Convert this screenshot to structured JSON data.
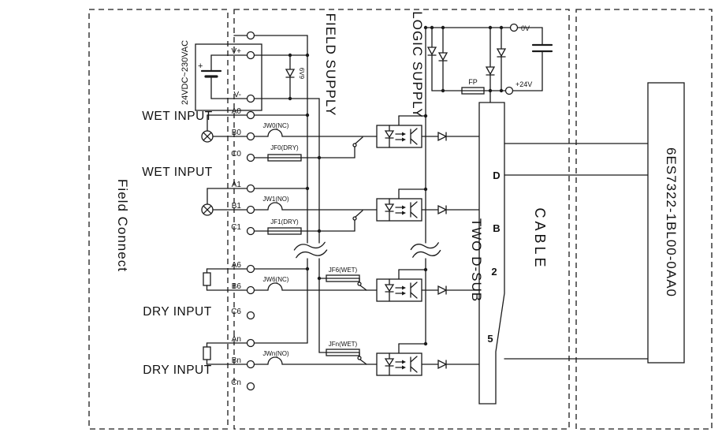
{
  "sections": {
    "field_connect": "Field Connect",
    "field_supply": "FIELD SUPPLY",
    "logic_supply": "LOGIC SUPPLY",
    "two_d_sub": "TWO D-SUB",
    "cable": "CABLE",
    "module_part_number": "6ES7322-1BL00-0AA0"
  },
  "labels": {
    "supply_range": "24VDC~230VAC",
    "v_plus": "V+",
    "v_minus": "V-",
    "plus_sign": "+",
    "zener_value": "6V9",
    "zero_volt": "0V",
    "plus_24v": "+24V",
    "fuse_fp": "FP",
    "wet_input_1": "WET INPUT",
    "wet_input_2": "WET INPUT",
    "dry_input_1": "DRY INPUT",
    "dry_input_2": "DRY INPUT"
  },
  "terminals": {
    "a0": "A0",
    "b0": "B0",
    "c0": "C0",
    "a1": "A1",
    "b1": "B1",
    "c1": "C1",
    "a6": "A6",
    "b6": "B6",
    "c6": "C6",
    "an": "An",
    "bn": "Bn",
    "cn": "Cn"
  },
  "components": {
    "jw0": "JW0(NC)",
    "jf0": "JF0(DRY)",
    "jw1": "JW1(NO)",
    "jf1": "JF1(DRY)",
    "jw6": "JW6(NC)",
    "jf6": "JF6(WET)",
    "jwn": "JWn(NO)",
    "jfn": "JFn(WET)"
  },
  "dsub_pins": {
    "pin1": "D",
    "pin2": "B",
    "pin3": "2",
    "pin4": "5"
  }
}
